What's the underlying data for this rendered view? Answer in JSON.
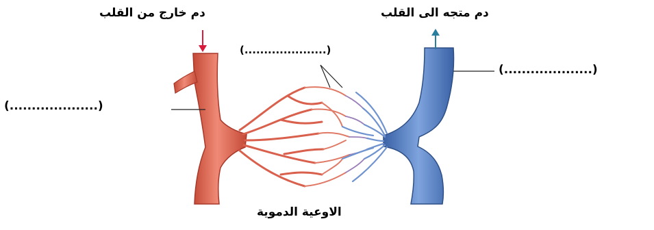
{
  "labels": {
    "arterial_blood": "دم خارج من القلب",
    "venous_blood": "دم متجه الى القلب",
    "caption": "الاوعية الدموية"
  },
  "blanks": {
    "top": "(.....................)",
    "right": "(....................)",
    "left": "(....................)"
  },
  "colors": {
    "artery": "#e06a55",
    "artery_dark": "#b8412f",
    "vein": "#5b82c4",
    "vein_dark": "#31558f",
    "arrow_in": "#d81b3c",
    "arrow_out": "#2a7f9e"
  }
}
